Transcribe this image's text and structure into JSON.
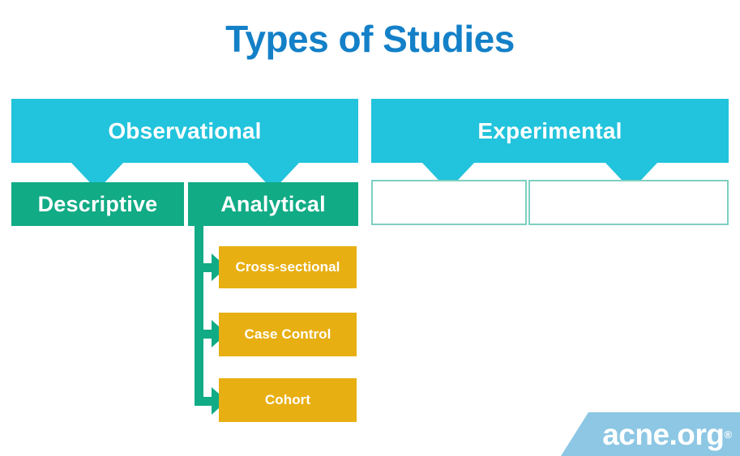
{
  "title": "Types of Studies",
  "theme": {
    "title_color": "#1380c8",
    "header_color": "#22c3dc",
    "sub_color": "#11ab85",
    "leaf_color": "#e8af12",
    "empty_border_color": "#7ecfc2",
    "logo_bg": "#8dc7e4",
    "background": "#ffffff"
  },
  "branches": {
    "observational": {
      "label": "Observational",
      "children": [
        {
          "label": "Descriptive"
        },
        {
          "label": "Analytical"
        }
      ],
      "analytical_children": [
        {
          "label": "Cross-sectional"
        },
        {
          "label": "Case Control"
        },
        {
          "label": "Cohort"
        }
      ]
    },
    "experimental": {
      "label": "Experimental",
      "children": [
        {
          "label": ""
        },
        {
          "label": ""
        }
      ]
    }
  },
  "logo": {
    "text": "acne.org",
    "mark": "®"
  }
}
